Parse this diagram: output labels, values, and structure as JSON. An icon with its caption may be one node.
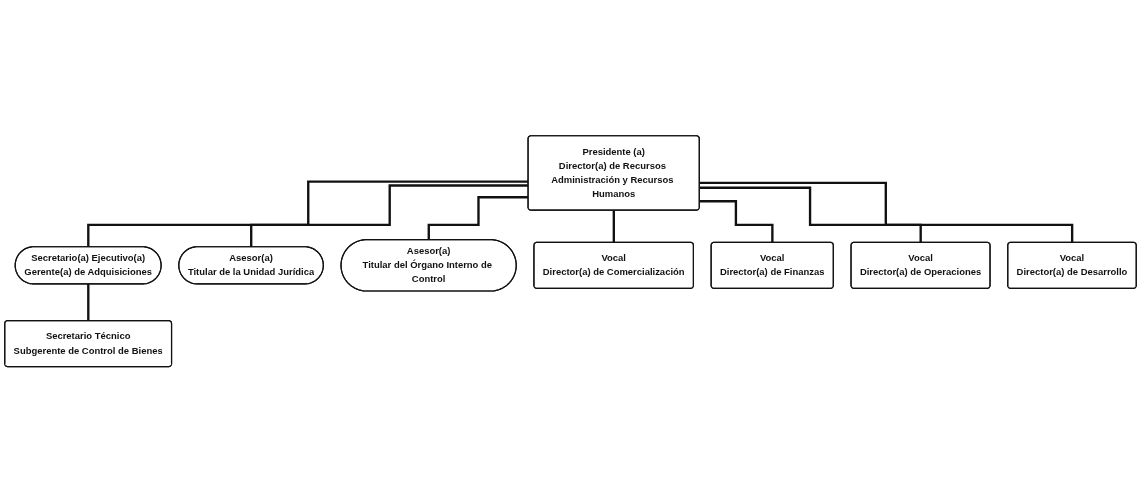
{
  "diagram": {
    "nodes": [
      {
        "text": [
          "Presidente (a)",
          "Director(a) de Recursos Administración y Recursos Humanos"
        ]
      },
      {
        "text": [
          "Secretario(a) Ejecutivo(a)",
          "Gerente(a) de Adquisiciones"
        ]
      },
      {
        "text": [
          "Secretario Técnico",
          "Subgerente de Control de Bienes"
        ]
      },
      {
        "text": [
          "Asesor(a)",
          "Titular de la Unidad Jurídica"
        ]
      },
      {
        "text": [
          "Asesor(a)",
          "Titular del Órgano Interno de Control"
        ]
      },
      {
        "text": [
          "Vocal",
          "Director(a) de Comercialización"
        ]
      },
      {
        "text": [
          "Vocal",
          "Director(a) de Finanzas"
        ]
      },
      {
        "text": [
          "Vocal",
          "Director(a) de Operaciones"
        ]
      },
      {
        "text": [
          "Vocal",
          "Director(a) de Desarrollo"
        ]
      }
    ],
    "edges": [
      {
        "from": 0,
        "to": 1,
        "arrow": "none"
      },
      {
        "from": 1,
        "to": 2,
        "arrow": "none"
      },
      {
        "from": 0,
        "to": 3,
        "arrow": "none"
      },
      {
        "from": 0,
        "to": 4,
        "arrow": "none"
      },
      {
        "from": 0,
        "to": 5,
        "arrow": "none"
      },
      {
        "from": 0,
        "to": 6,
        "arrow": "none"
      },
      {
        "from": 0,
        "to": 7,
        "arrow": "none"
      },
      {
        "from": 0,
        "to": 8,
        "arrow": "none"
      }
    ]
  }
}
